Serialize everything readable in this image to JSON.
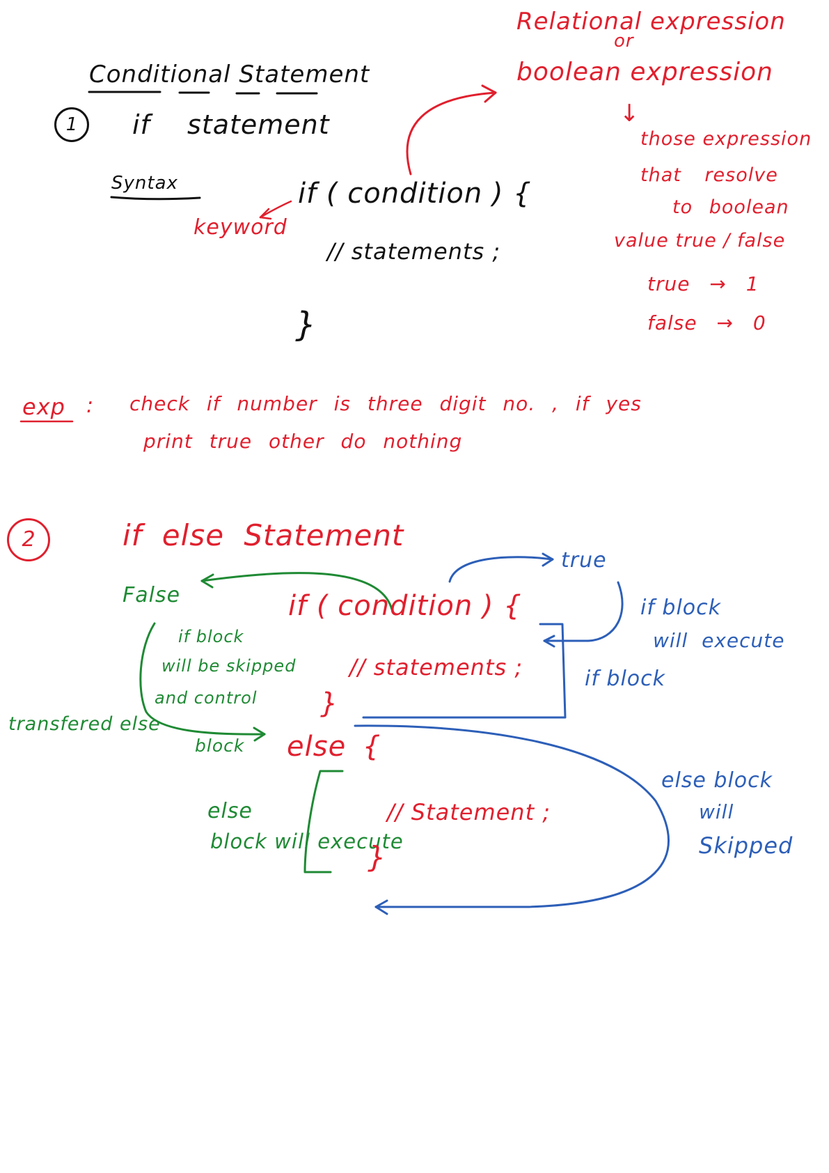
{
  "colors": {
    "ink_black": "#111111",
    "ink_red": "#e0202e",
    "ink_blue": "#2d5fb8",
    "ink_green": "#1f8a34",
    "background": "#ffffff"
  },
  "section1": {
    "heading": "Conditional Statement",
    "number": "1",
    "title": "if statement",
    "syntax_label": "Syntax",
    "code_if": "if ( condition ) {",
    "code_body": "// statements ;",
    "code_close": "}",
    "keyword_note": "keyword"
  },
  "expression_notes": {
    "line1": "Relational expression",
    "line2": "or",
    "line3": "boolean expression",
    "arrow": "↓",
    "desc1": "those expression",
    "desc2": "that resolve",
    "desc3": "to boolean",
    "desc4": "value  true / false",
    "map_true": "true → 1",
    "map_false": "false → 0"
  },
  "example": {
    "label": "exp",
    "colon": ":",
    "line1": "check if number is three digit no. , if yes",
    "line2": "print  true   other  do  nothing"
  },
  "section2": {
    "number": "2",
    "title": "if else Statement",
    "code_if": "if ( condition ) {",
    "code_body": "// statements ;",
    "code_close": "}",
    "code_else": "else  {",
    "code_else_body": "// Statement ;",
    "code_else_close": "}",
    "true_label": "true",
    "false_label": "False",
    "if_block_exec1": "if block",
    "if_block_exec2": "will execute",
    "if_block_label": "if block",
    "skip_note1": "if block",
    "skip_note2": "will be skipped",
    "skip_note3": "and control",
    "transfer_note1": "transfered else",
    "transfer_note2": "block",
    "else_exec1": "else",
    "else_exec2": "block will execute",
    "else_skip1": "else block",
    "else_skip2": "will",
    "else_skip3": "Skipped"
  }
}
